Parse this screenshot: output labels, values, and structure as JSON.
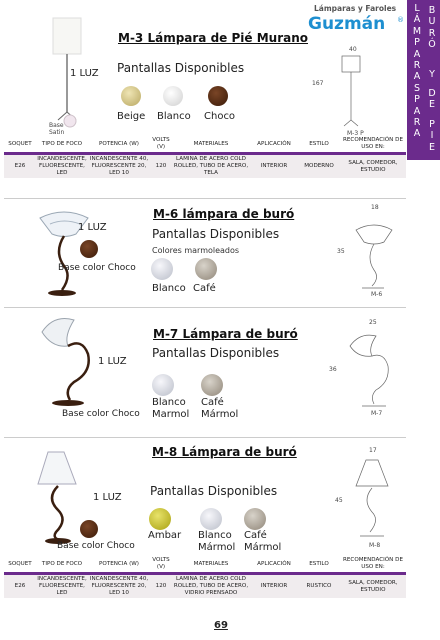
{
  "brand": {
    "line1": "Lámparas y Faroles",
    "line2": "Guzmán",
    "reg": "®"
  },
  "sidebar": {
    "col1": [
      "L",
      "Á",
      "M",
      "P",
      "A",
      "R",
      "A",
      "S",
      "P",
      "A",
      "R",
      "A"
    ],
    "col2": [
      "B",
      "U",
      "R",
      "Ó",
      "Y",
      "D",
      "E",
      "P",
      "I",
      "E"
    ]
  },
  "colors": {
    "accent": "#6b2b8c",
    "beige": "#d4c68a",
    "blanco": "#e6e6e6",
    "choco": "#4a2410",
    "cafe": "#9a9080",
    "ambar": "#c9c225"
  },
  "products": [
    {
      "title": "M-3 Lámpara de Pié Murano",
      "luz": "1 LUZ",
      "base_label": "Base\nSatin",
      "pantallas": "Pantallas Disponibles",
      "swatches": [
        {
          "label": "Beige"
        },
        {
          "label": "Blanco"
        },
        {
          "label": "Choco"
        }
      ],
      "dims": {
        "w": "40",
        "h": "167"
      },
      "model": "M-3 P",
      "icons": [
        "floor-lamp-photo-icon",
        "floor-lamp-drawing-icon"
      ]
    },
    {
      "title": "M-6 lámpara de buró",
      "luz": "1 LUZ",
      "base_label": "Base color Choco",
      "pantallas": "Pantallas Disponibles",
      "colores_note": "Colores marmoleados",
      "swatches": [
        {
          "label": "Blanco"
        },
        {
          "label": "Café"
        }
      ],
      "dims": {
        "w": "18",
        "h": "35"
      },
      "model": "M-6"
    },
    {
      "title": "M-7 Lámpara de buró",
      "luz": "1 LUZ",
      "base_label": "Base color Choco",
      "pantallas": "Pantallas Disponibles",
      "swatches": [
        {
          "label": "Blanco\nMarmol"
        },
        {
          "label": "Café\nMármol"
        }
      ],
      "dims": {
        "w": "25",
        "h": "36"
      },
      "model": "M-7"
    },
    {
      "title": "M-8 Lámpara de buró",
      "luz": "1 LUZ",
      "base_label": "Base color Choco",
      "pantallas": "Pantallas Disponibles",
      "swatches": [
        {
          "label": "Ambar"
        },
        {
          "label": "Blanco\nMármol"
        },
        {
          "label": "Café\nMármol"
        }
      ],
      "dims": {
        "w": "17",
        "h": "45"
      },
      "model": "M-8"
    }
  ],
  "spec_headers": [
    "SOQUET",
    "TIPO DE FOCO",
    "POTENCIA (W)",
    "VOLTS (V)",
    "MATERIALES",
    "APLICACIÓN",
    "ESTILO",
    "RECOMENDACIÓN DE USO EN:"
  ],
  "spec_tables": [
    {
      "row": [
        "E26",
        "INCANDESCENTE, FLUORESCENTE, LED",
        "INCANDESCENTE 40, FLUORESCENTE 20, LED 10",
        "120",
        "LAMINA DE ACERO COLD ROLLED, TUBO DE ACERO, TELA",
        "INTERIOR",
        "MODERNO",
        "SALA, COMEDOR, ESTUDIO"
      ]
    },
    {
      "row": [
        "E26",
        "INCANDESCENTE, FLUORESCENTE, LED",
        "INCANDESCENTE 40, FLUORESCENTE 20, LED 10",
        "120",
        "LAMINA DE ACERO COLD ROLLED, TUBO DE ACERO, VIDRIO PRENSADO",
        "INTERIOR",
        "RUSTICO",
        "SALA, COMEDOR, ESTUDIO"
      ]
    }
  ],
  "page_number": "69"
}
